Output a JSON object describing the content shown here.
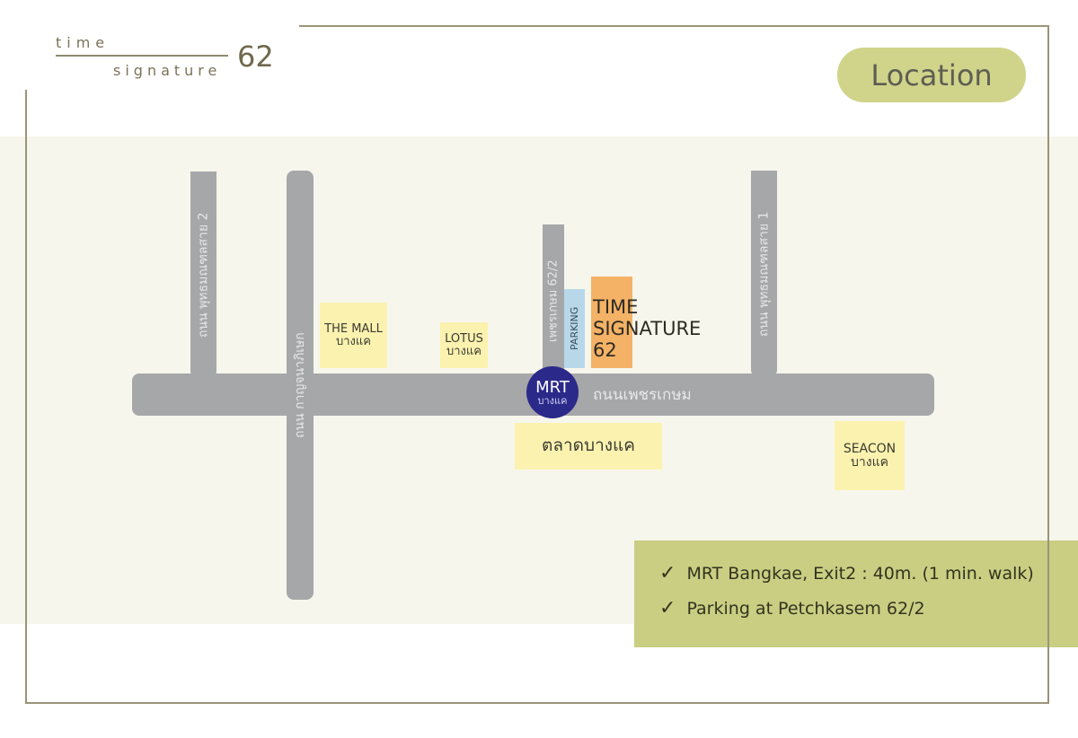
{
  "logo": {
    "line1": "time",
    "line2": "signature",
    "number": "62"
  },
  "header": {
    "title": "Location"
  },
  "map": {
    "roads": {
      "main": "ถนนเพชรเกษม",
      "phutthamonthon2": "ถนน พุทธมณฑลสาย 2",
      "kanchanaphisek": "ถนน กาญจนาภิเษก",
      "soi_petchkasem": "เพชรเกษม 62/2",
      "phutthamonthon1": "ถนน พุทธมณฑลสาย 1"
    },
    "places": {
      "the_mall": {
        "name": "THE MALL",
        "sub": "บางแค"
      },
      "lotus": {
        "name": "LOTUS",
        "sub": "บางแค"
      },
      "parking": "PARKING",
      "time_signature": [
        "TIME",
        "SIGNATURE",
        "62"
      ],
      "mrt": {
        "name": "MRT",
        "sub": "บางแค"
      },
      "market": "ตลาดบางแค",
      "seacon": {
        "name": "SEACON",
        "sub": "บางแค"
      }
    }
  },
  "info": {
    "check_icon": "✓",
    "items": [
      "MRT Bangkae, Exit2 : 40m. (1 min. walk)",
      "Parking at Petchkasem 62/2"
    ]
  },
  "colors": {
    "accent": "#c9ce82",
    "road": "#a6a7a9",
    "mrt": "#2b2a8a",
    "building": "#f4b266",
    "parking": "#b8d8ea",
    "place": "#fbf2b0"
  }
}
